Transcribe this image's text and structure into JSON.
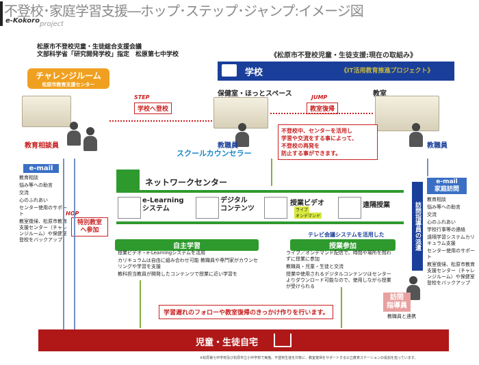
{
  "header": {
    "title": "不登校･家庭学習支援―ホップ･ステップ･ジャンプ:イメージ図",
    "logo_main": "e-Kokoro",
    "logo_sub": "project"
  },
  "org": {
    "line1": "松原市不登校児童・生徒総合支援会議",
    "line2": "文部科学省「研究開発学校」指定　松原第七中学校"
  },
  "current_title": "《松原市不登校児童・生徒支援:現在の取組み》",
  "it_project": "《IT活用教育推進プロジェクト》",
  "challenge": {
    "title": "チャレンジルーム",
    "subtitle": "松原市教育支援センター"
  },
  "school": {
    "label": "学校"
  },
  "hoken_label": "保健室・ほっとスペース",
  "kyoshitsu_label": "教室",
  "step": {
    "tag": "STEP",
    "label": "学校へ登校"
  },
  "jump": {
    "tag": "JUMP",
    "label": "教室復帰"
  },
  "hop": {
    "tag": "HOP",
    "label1": "特別教室",
    "label2": "へ参加"
  },
  "red_note": {
    "l1": "不登校中、センターを活用し",
    "l2": "学習や交流をする事によって、",
    "l3": "不登校の再発を",
    "l4": "防止する事ができます。"
  },
  "roles": {
    "soudan": "教育相談員",
    "kyoshokuin": "教職員",
    "counselor": "スクールカウンセラー",
    "kyoshokuin_right": "教職員"
  },
  "email_left": {
    "title": "e-mail",
    "items": [
      "教育相談",
      "悩み等への助言",
      "交流",
      "心のふれあい",
      "センター使用のサポート",
      "教室復帰、松原市教育支援センター（チャレンジルーム）や保健室登校をバックアップ"
    ]
  },
  "email_right": {
    "title1": "e-mail",
    "title2": "家庭訪問",
    "items": [
      "教育相談",
      "悩み等への助言",
      "交流",
      "心のふれあい",
      "学校行事等の連絡",
      "遠隔学習システムカリキュラム支援",
      "センター使用のサポート",
      "教室復帰、松原市教育支援センター（チャレンジルーム）や保健室登校をバックアップ"
    ]
  },
  "network_center": "ネットワークセンター",
  "services": {
    "elearning1": "e-Learning",
    "elearning2": "システム",
    "digital1": "デジタル",
    "digital2": "コンテンツ",
    "video": "授業ビデオ",
    "live": "ライブ",
    "ondemand": "オンデマンド",
    "remote": "遠隔授業"
  },
  "houmon_vertical": "訪問指導員の派遣",
  "jishu": {
    "title": "自主学習",
    "items": [
      "授業ビデオ・e-Learningシステムを活用",
      "カリキュラムは自由に組み合わせ可能 教職員や専門家がカウンセリングや学習を支援",
      "教科担当教員が開発したコンテンツで授業に近い学習を"
    ]
  },
  "tv_note": "テレビ会議システムを活用した",
  "jugyou": {
    "title": "授業参加",
    "items": [
      "ライブ／オンデマンド配信で、時間や場所を問わずに授業に参加",
      "教職員・児童・生徒と交流",
      "授業中使用されるデジタルコンテンツはセンターよりダウンロード可能なので、使用しながら授業が受けられる"
    ]
  },
  "houmon_box": {
    "l1": "訪問",
    "l2": "指導員"
  },
  "renkei": "教職員と連携",
  "follow_note": "学習遅れのフォローや教室復帰のきっかけ作りを行います。",
  "home": "児童・生徒自宅",
  "footnote": "※松原第七中学校及び松原市立小中学校で実施。不登校生徒を対象に、教室復帰をサポートする公立教育ステーションの役割を担っています。",
  "colors": {
    "navy": "#1a3f9a",
    "red": "#c81e1e",
    "green": "#2e9a2e",
    "orange": "#f0a020",
    "homebar": "#b01818",
    "cyan": "#1488c8"
  }
}
